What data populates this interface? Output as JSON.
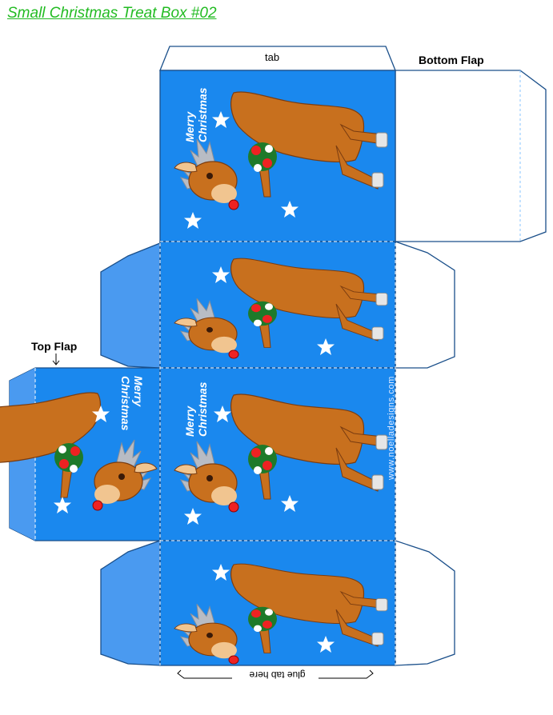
{
  "title": "Small Christmas Treat Box #02",
  "labels": {
    "tab": "tab",
    "bottom_flap": "Bottom Flap",
    "top_flap": "Top Flap",
    "glue_tab": "glue tab here",
    "website": "www.noelladesigns.com"
  },
  "panel_greeting": [
    "Merry",
    "Christmas"
  ],
  "colors": {
    "title": "#22bb22",
    "panel": "#1a88ee",
    "flap": "#4a9af0",
    "outline": "#1a4f8a",
    "fold_line": "#ffffff",
    "reindeer_body": "#c8701e",
    "antler": "#b8bcc4",
    "nose": "#ee2222",
    "star": "#ffffff"
  },
  "icons": [
    "reindeer-icon",
    "star-icon",
    "holly-wreath-icon",
    "arrow-down-icon"
  ]
}
